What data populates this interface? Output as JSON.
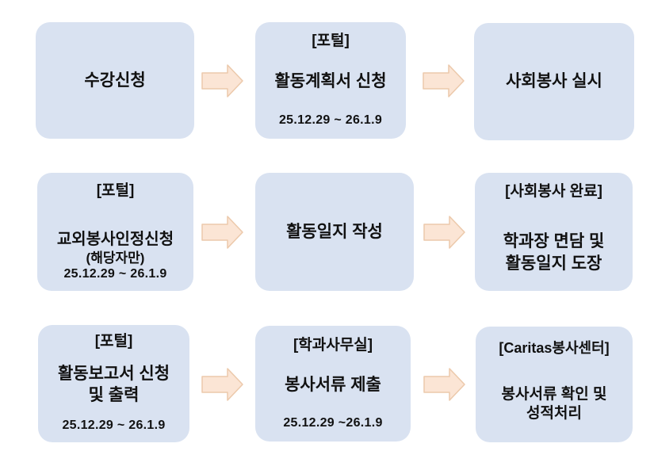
{
  "colors": {
    "box_fill": "#d9e2f1",
    "arrow_fill": "#fbe5d5",
    "arrow_border": "#ecc9ab",
    "text_color": "#111111",
    "page_bg": "#ffffff"
  },
  "diagram": {
    "type": "flowchart",
    "grid": "3x3",
    "arrow_icon": "right-block-arrow"
  },
  "boxes": [
    {
      "id": "course-registration",
      "row": 1,
      "col": 1,
      "lines": [
        "수강신청"
      ]
    },
    {
      "id": "activity-plan-application",
      "row": 1,
      "col": 2,
      "lines": [
        "[포털]",
        "활동계획서 신청",
        "25.12.29 ~ 26.1.9"
      ]
    },
    {
      "id": "volunteer-service-perform",
      "row": 1,
      "col": 3,
      "lines": [
        "사회봉사 실시"
      ]
    },
    {
      "id": "offcampus-recognition",
      "row": 2,
      "col": 1,
      "lines": [
        "[포털]",
        "교외봉사인정신청",
        "(해당자만)",
        "25.12.29 ~ 26.1.9"
      ]
    },
    {
      "id": "activity-log-writing",
      "row": 2,
      "col": 2,
      "lines": [
        "활동일지 작성"
      ]
    },
    {
      "id": "service-complete",
      "row": 2,
      "col": 3,
      "lines": [
        "[사회봉사 완료]",
        "학과장 면담 및",
        "활동일지 도장"
      ]
    },
    {
      "id": "activity-report",
      "row": 3,
      "col": 1,
      "lines": [
        "[포털]",
        "활동보고서 신청",
        "및 출력",
        "25.12.29 ~ 26.1.9"
      ]
    },
    {
      "id": "document-submission",
      "row": 3,
      "col": 2,
      "lines": [
        "[학과사무실]",
        "봉사서류 제출",
        "25.12.29 ~26.1.9"
      ]
    },
    {
      "id": "grade-processing",
      "row": 3,
      "col": 3,
      "lines": [
        "[Caritas봉사센터]",
        "봉사서류 확인 및",
        "성적처리"
      ]
    }
  ]
}
